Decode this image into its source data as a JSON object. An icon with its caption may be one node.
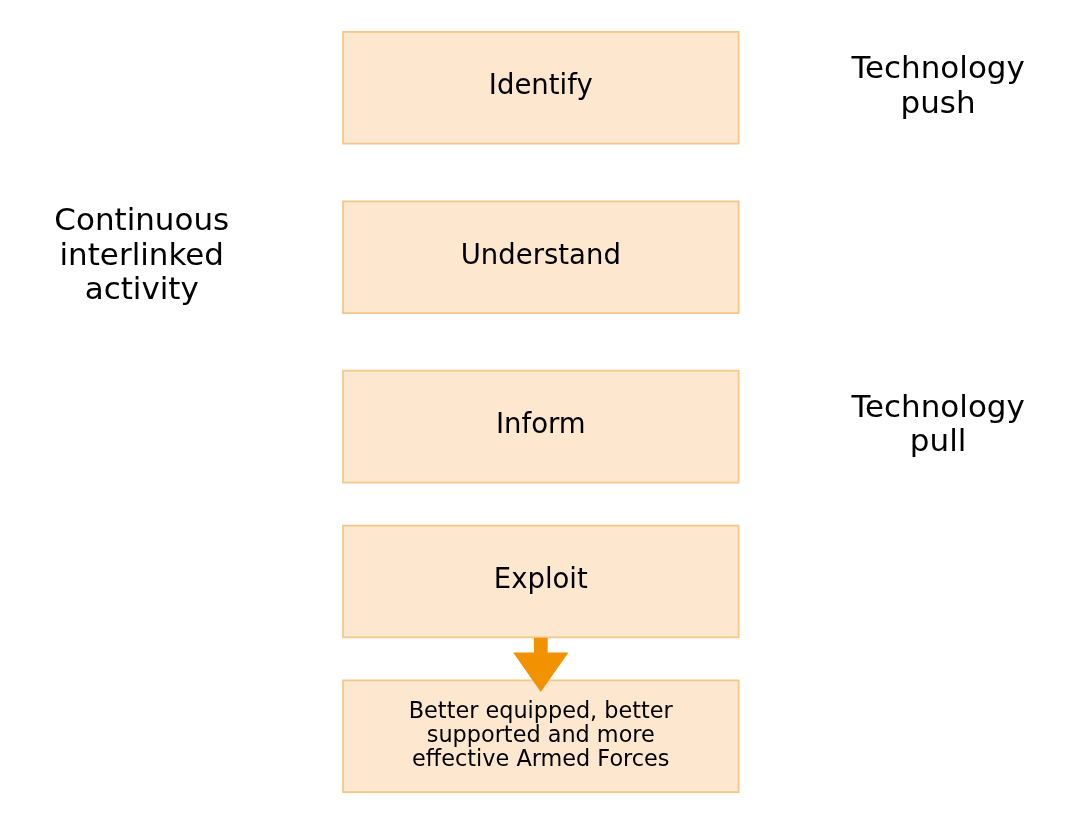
{
  "diagram": {
    "nodes": [
      {
        "text": [
          "Identify"
        ]
      },
      {
        "text": [
          "Understand"
        ]
      },
      {
        "text": [
          "Inform"
        ]
      },
      {
        "text": [
          "Exploit"
        ]
      },
      {
        "text": [
          "Better equipped, better supported and more effective Armed Forces"
        ]
      }
    ],
    "edges": [
      {
        "from": 3,
        "to": 4,
        "arrow": "to"
      }
    ],
    "labels": [
      "Technology push",
      "Continuous interlinked activity",
      "Technology pull"
    ]
  }
}
